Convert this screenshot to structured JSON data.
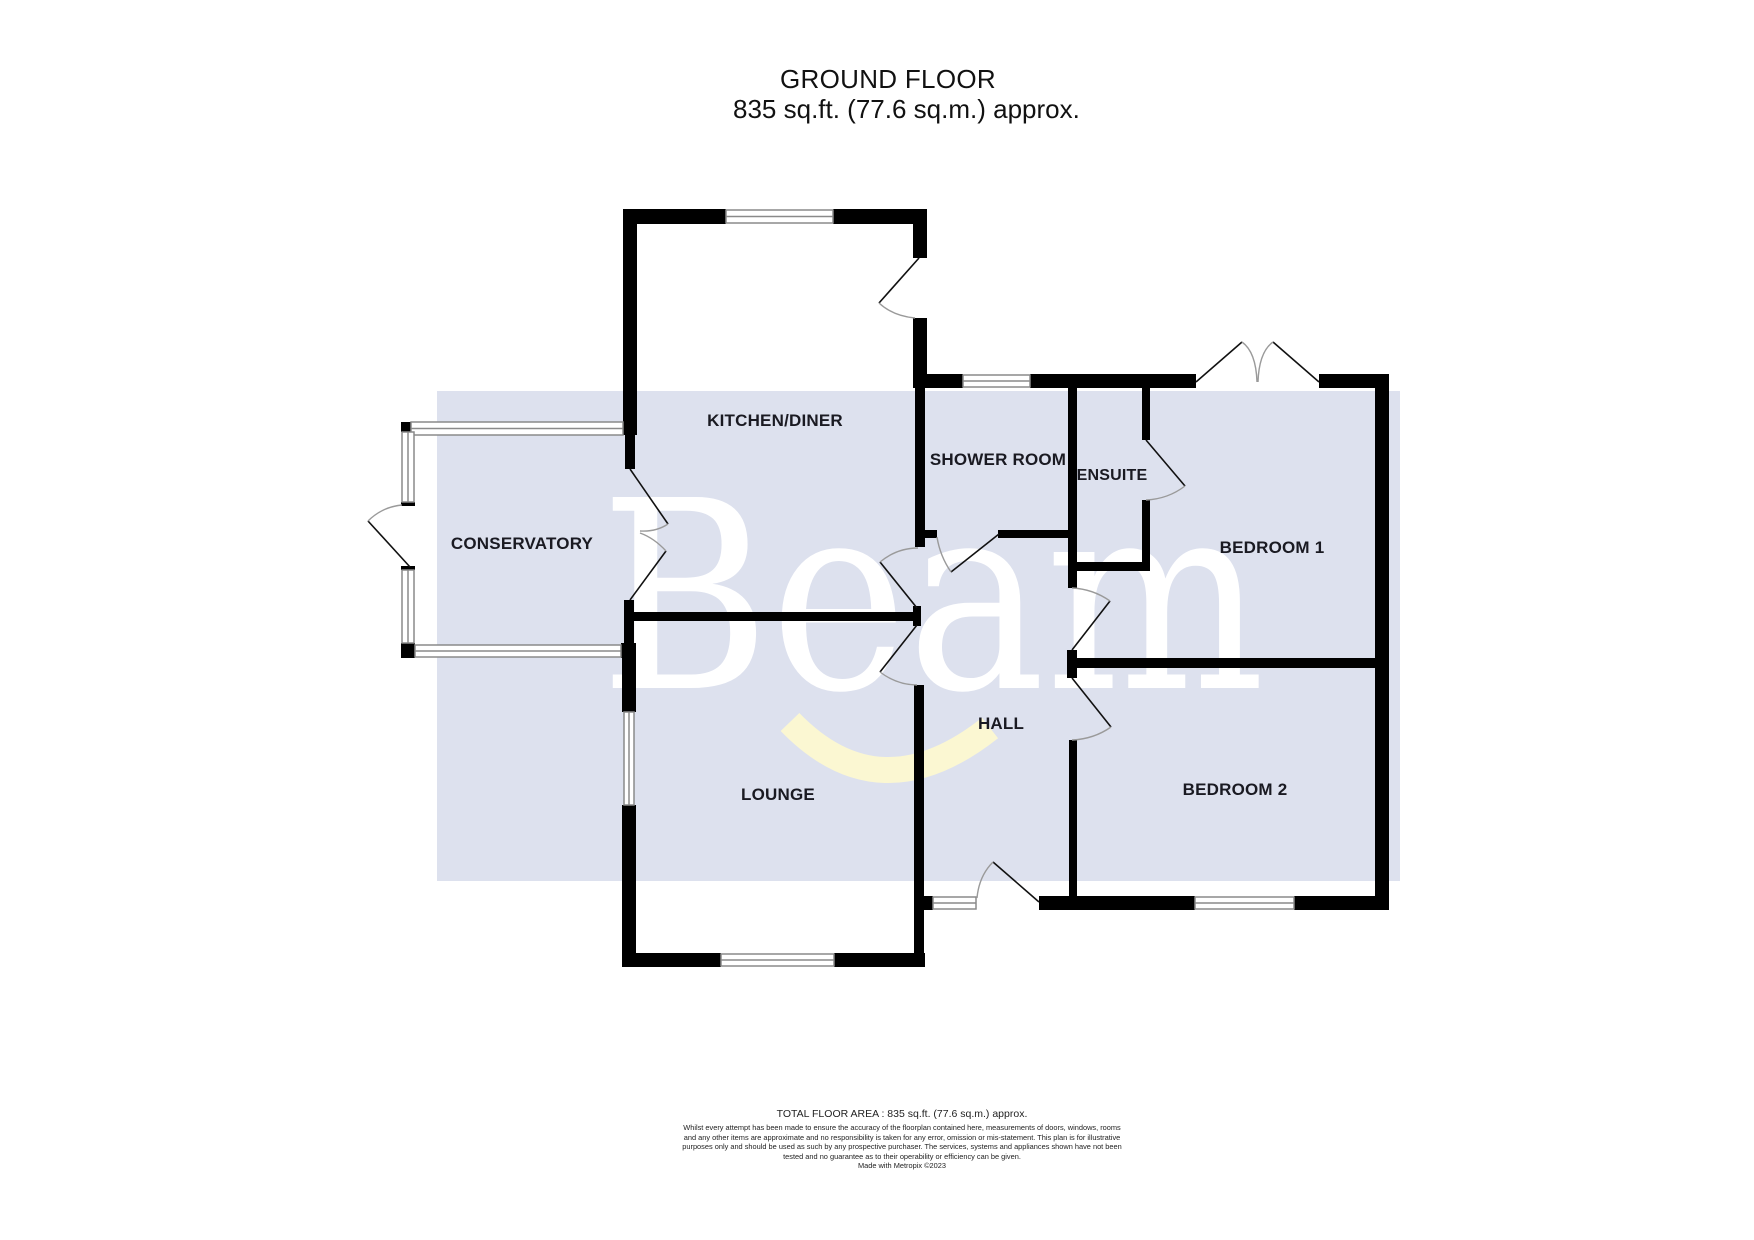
{
  "header": {
    "title": "GROUND FLOOR",
    "area": "835 sq.ft. (77.6 sq.m.) approx."
  },
  "rooms": {
    "kitchen_diner": "KITCHEN/DINER",
    "conservatory": "CONSERVATORY",
    "shower_room": "SHOWER ROOM",
    "ensuite": "ENSUITE",
    "bedroom_1": "BEDROOM 1",
    "lounge": "LOUNGE",
    "hall": "HALL",
    "bedroom_2": "BEDROOM 2"
  },
  "watermark": {
    "text": "Beam",
    "band_color": "#dde1ee",
    "text_color": "#ffffff",
    "smile_color": "#fbf7d2"
  },
  "colors": {
    "wall": "#000000",
    "window_line": "#8a8a8a",
    "door_leaf": "#111111",
    "door_arc": "#9a9a9a"
  },
  "footer": {
    "total": "TOTAL FLOOR AREA : 835 sq.ft. (77.6 sq.m.) approx.",
    "disclaimer": "Whilst every attempt has been made to ensure the accuracy of the floorplan contained here, measurements of doors, windows, rooms and any other items are approximate and no responsibility is taken for any error, omission or mis-statement. This plan is for illustrative purposes only and should be used as such by any prospective purchaser. The services, systems and appliances shown have not been tested and no guarantee as to their operability or efficiency can be given.",
    "made_with": "Made with Metropix ©2023"
  }
}
